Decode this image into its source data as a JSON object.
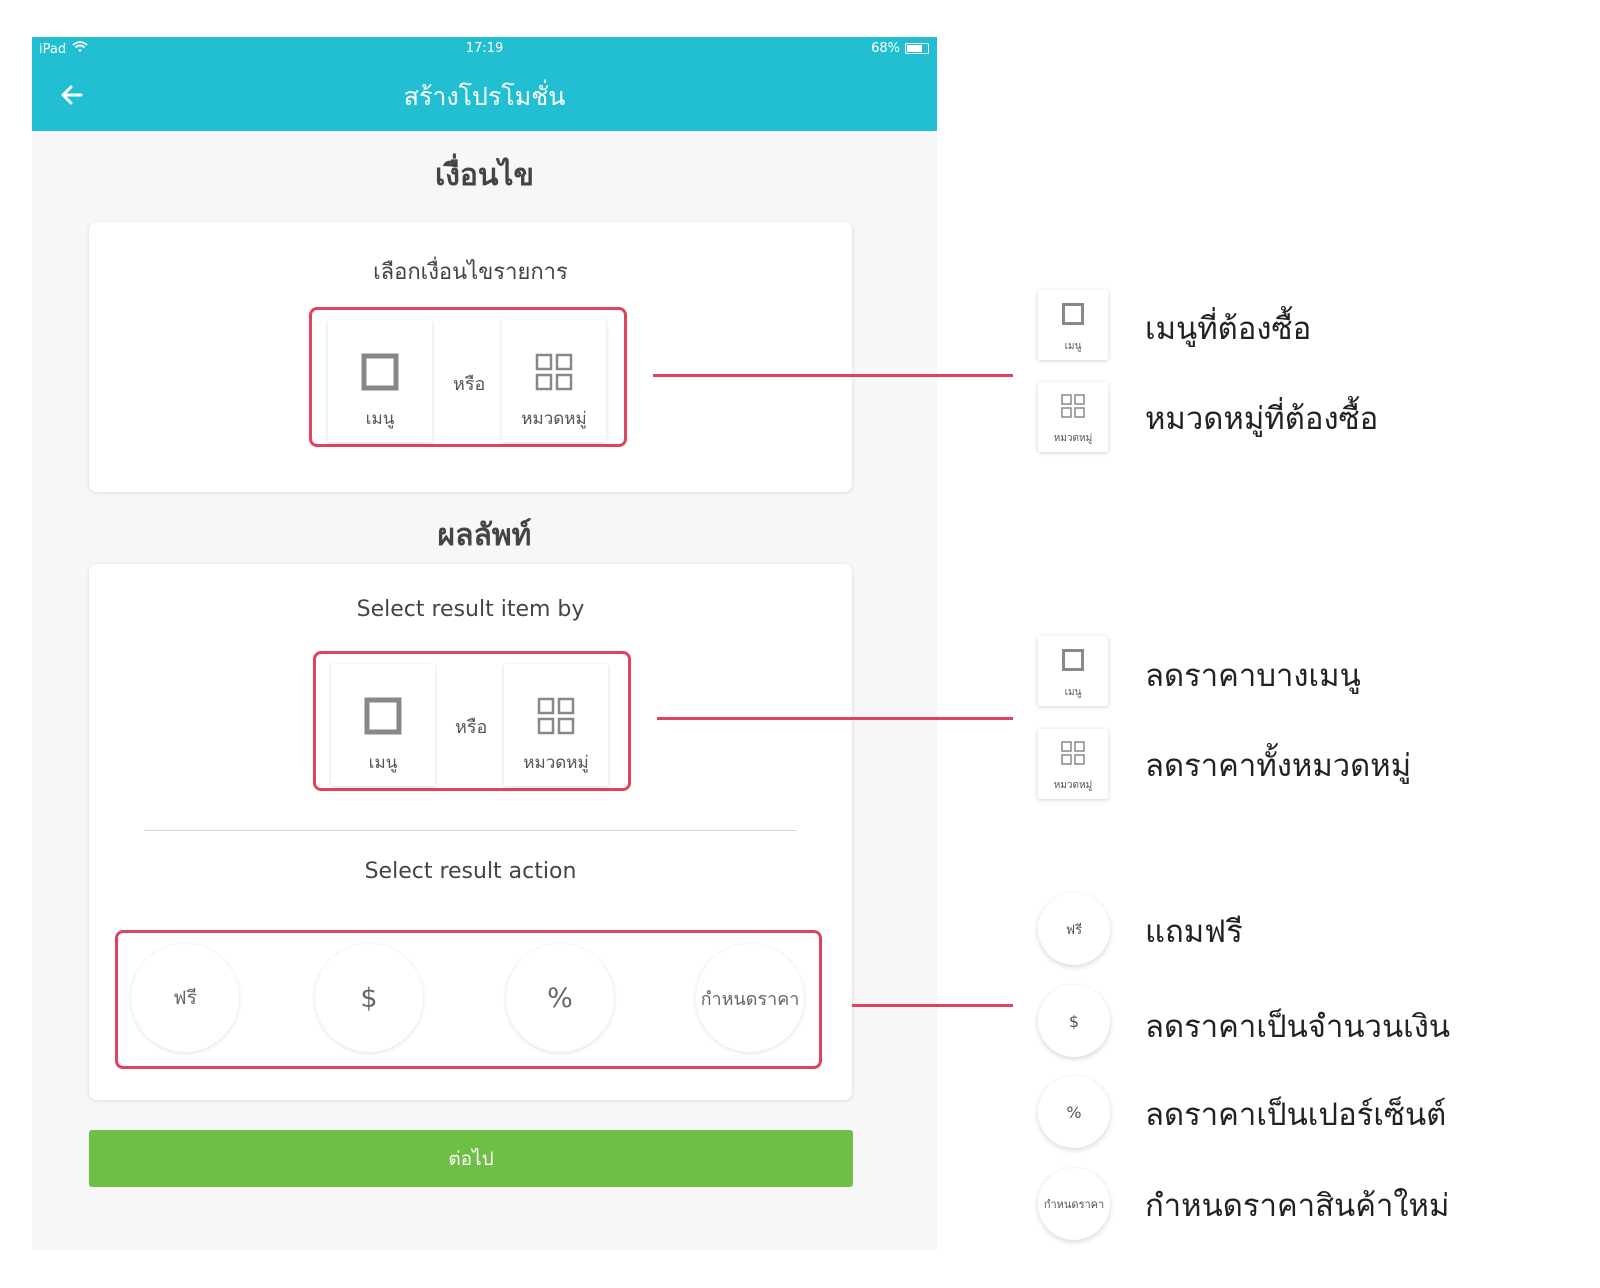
{
  "status_bar": {
    "device": "iPad",
    "time": "17:19",
    "battery": "68%"
  },
  "navbar": {
    "title": "สร้างโปรโมชั่น"
  },
  "conditions": {
    "heading": "เงื่อนไข",
    "card_title": "เลือกเงื่อนไขรายการ",
    "menu_label": "เมนู",
    "or_label": "หรือ",
    "category_label": "หมวดหมู่"
  },
  "results": {
    "heading": "ผลลัพท์",
    "item_title": "Select result item by",
    "menu_label": "เมนู",
    "or_label": "หรือ",
    "category_label": "หมวดหมู่",
    "action_title": "Select result action",
    "actions": [
      "ฟรี",
      "$",
      "%",
      "กำหนดราคา"
    ]
  },
  "next_button": "ต่อไป",
  "legend": {
    "menu_tile_label": "เมนู",
    "category_tile_label": "หมวดหมู่",
    "condition_menu": "เมนูที่ต้องซื้อ",
    "condition_category": "หมวดหมู่ที่ต้องซื้อ",
    "result_menu": "ลดราคาบางเมนู",
    "result_category": "ลดราคาทั้งหมวดหมู่",
    "action_free": "แถมฟรี",
    "action_amount": "ลดราคาเป็นจำนวนเงิน",
    "action_percent": "ลดราคาเป็นเปอร์เซ็นต์",
    "action_price": "กำหนดราคาสินค้าใหม่",
    "circle_labels": [
      "ฟรี",
      "$",
      "%",
      "กำหนดราคา"
    ]
  },
  "colors": {
    "header": "#22bfd3",
    "highlight": "#e0445c",
    "next_button": "#6fbe45",
    "background": "#f7f7f8"
  },
  "icons": [
    "wifi-icon",
    "battery-icon",
    "back-arrow-icon",
    "square-icon",
    "grid-icon"
  ]
}
